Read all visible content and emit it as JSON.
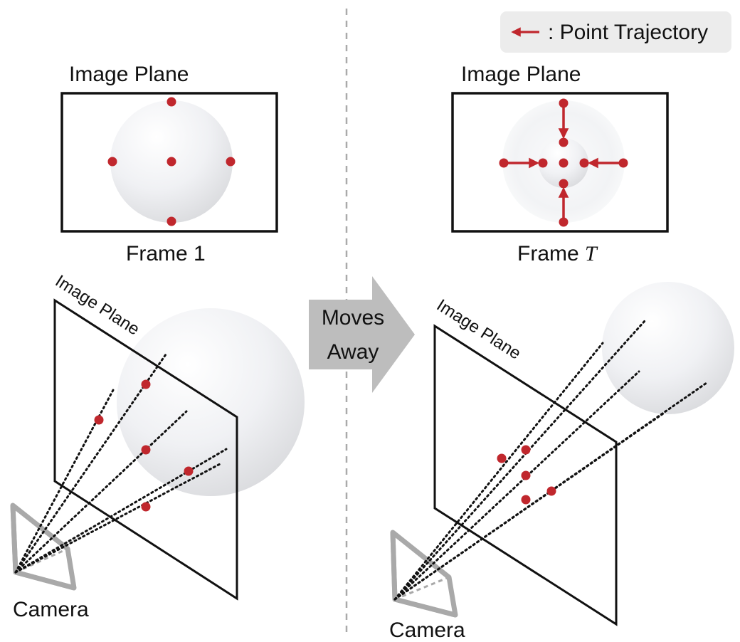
{
  "legend": {
    "arrow_symbol": "←",
    "label": ": Point Trajectory"
  },
  "left_panel": {
    "image_plane_label": "Image Plane",
    "frame_label_prefix": "Frame",
    "frame_label_var": "1",
    "perspective_plane_label": "Image Plane",
    "camera_label": "Camera"
  },
  "middle_arrow": {
    "line1": "Moves",
    "line2": "Away"
  },
  "right_panel": {
    "image_plane_label": "Image Plane",
    "frame_label_prefix": "Frame",
    "frame_label_var": "T",
    "perspective_plane_label": "Image Plane",
    "camera_label": "Camera"
  },
  "colors": {
    "point": "#c0272d",
    "arrow_fill": "#bdbdbd",
    "divider": "#aaaaaa",
    "legend_bg": "#ececec",
    "camera_stroke": "#a9a9a9",
    "frame_stroke": "#111111"
  },
  "icons": {
    "legend_arrow": "red-left-arrow-icon",
    "camera": "camera-frustum-icon"
  }
}
